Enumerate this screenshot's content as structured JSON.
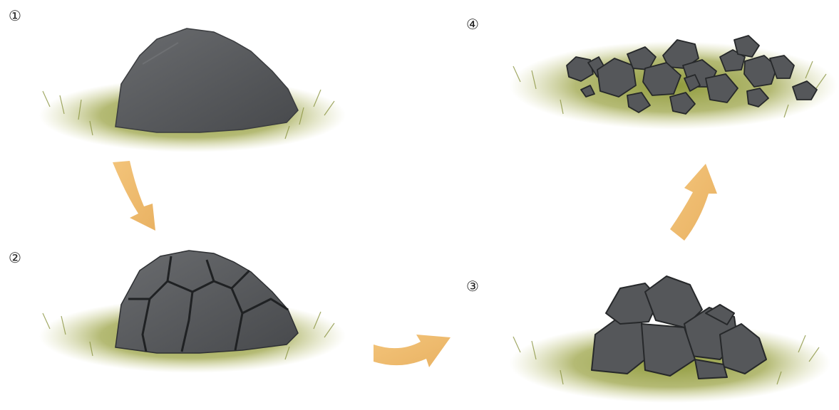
{
  "steps": [
    {
      "label": "①",
      "state": "intact-rock"
    },
    {
      "label": "②",
      "state": "cracked-rock"
    },
    {
      "label": "③",
      "state": "broken-rock-pile"
    },
    {
      "label": "④",
      "state": "scattered-rock-fragments"
    }
  ],
  "colors": {
    "rock": "#55575a",
    "rock_dark": "#3c3e41",
    "rock_light": "#6e7073",
    "crack": "#202224",
    "grass": "#9aa24a",
    "grass_dark": "#6f7a2e",
    "arrow": "#f0bd6c"
  }
}
